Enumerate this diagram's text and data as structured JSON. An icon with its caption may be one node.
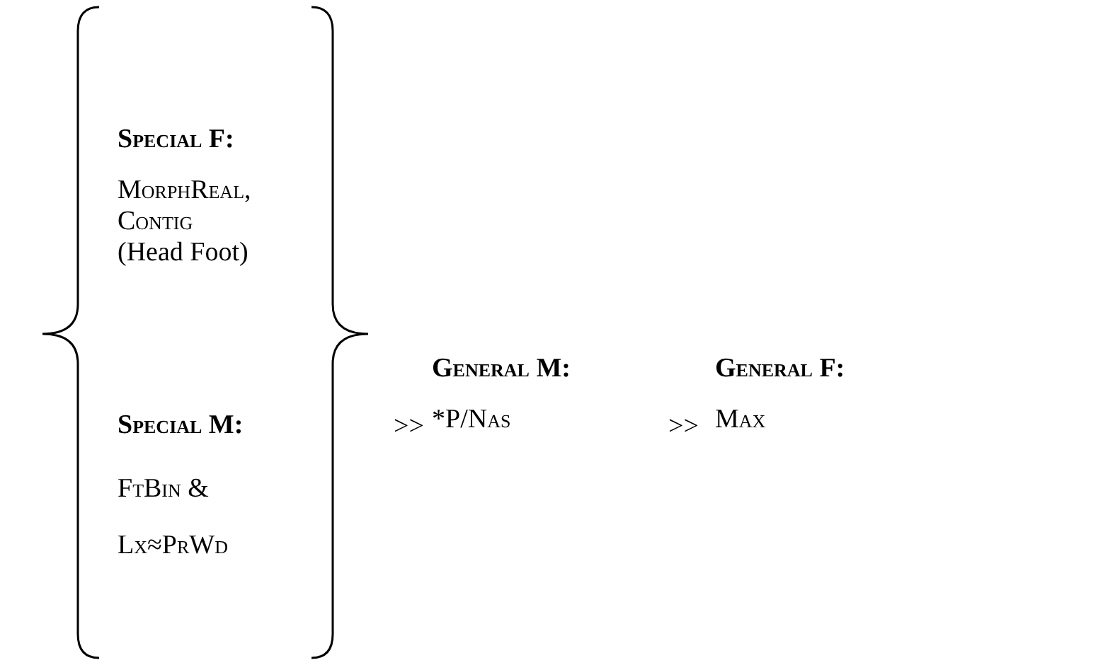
{
  "diagram": {
    "nodes": [
      {
        "text": [
          "Special F:",
          "MorphReal, Contig",
          "(Head Foot)"
        ]
      },
      {
        "text": [
          "Special M:",
          "FtBin & Lx≈PrWd"
        ]
      },
      {
        "text": [
          "General M:",
          "*P/Nas"
        ]
      },
      {
        "text": [
          "General F:",
          "Max"
        ]
      }
    ],
    "labels": [
      ">>",
      ">>"
    ]
  }
}
